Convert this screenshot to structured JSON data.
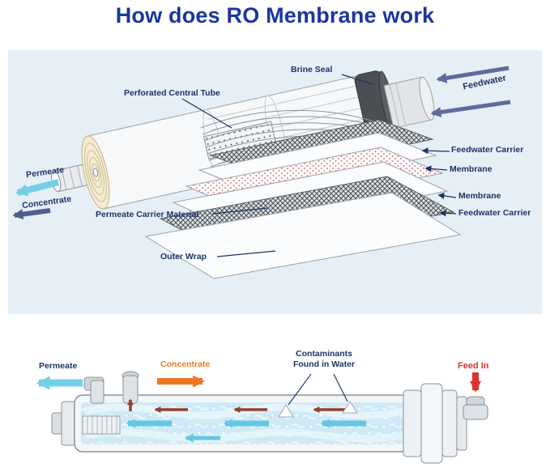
{
  "title": "How does RO Membrane work",
  "colors": {
    "title": "#1a36a0",
    "panel_bg": "#e6eff6",
    "label": "#1c3366",
    "cyan": "#72cfe6",
    "slate": "#5d6b9c",
    "deep_blue": "#4e5f8e",
    "orange": "#ee7623",
    "red": "#e0322a",
    "dark_red": "#94402e"
  },
  "upper_diagram": {
    "labels": {
      "brine_seal": "Brine Seal",
      "feedwater": "Feedwater",
      "perforated_central_tube": "Perforated Central Tube",
      "feedwater_carrier_top": "Feedwater Carrier",
      "membrane_top": "Membrane",
      "membrane_bottom": "Membrane",
      "feedwater_carrier_bottom": "Feedwater Carrier",
      "permeate_carrier_material": "Permeate Carrier Material",
      "outer_wrap": "Outer Wrap",
      "permeate": "Permeate",
      "concentrate": "Concentrate"
    }
  },
  "lower_diagram": {
    "labels": {
      "permeate": "Permeate",
      "concentrate": "Concentrate",
      "contaminants_line1": "Contaminants",
      "contaminants_line2": "Found in Water",
      "feed_in": "Feed In"
    }
  }
}
